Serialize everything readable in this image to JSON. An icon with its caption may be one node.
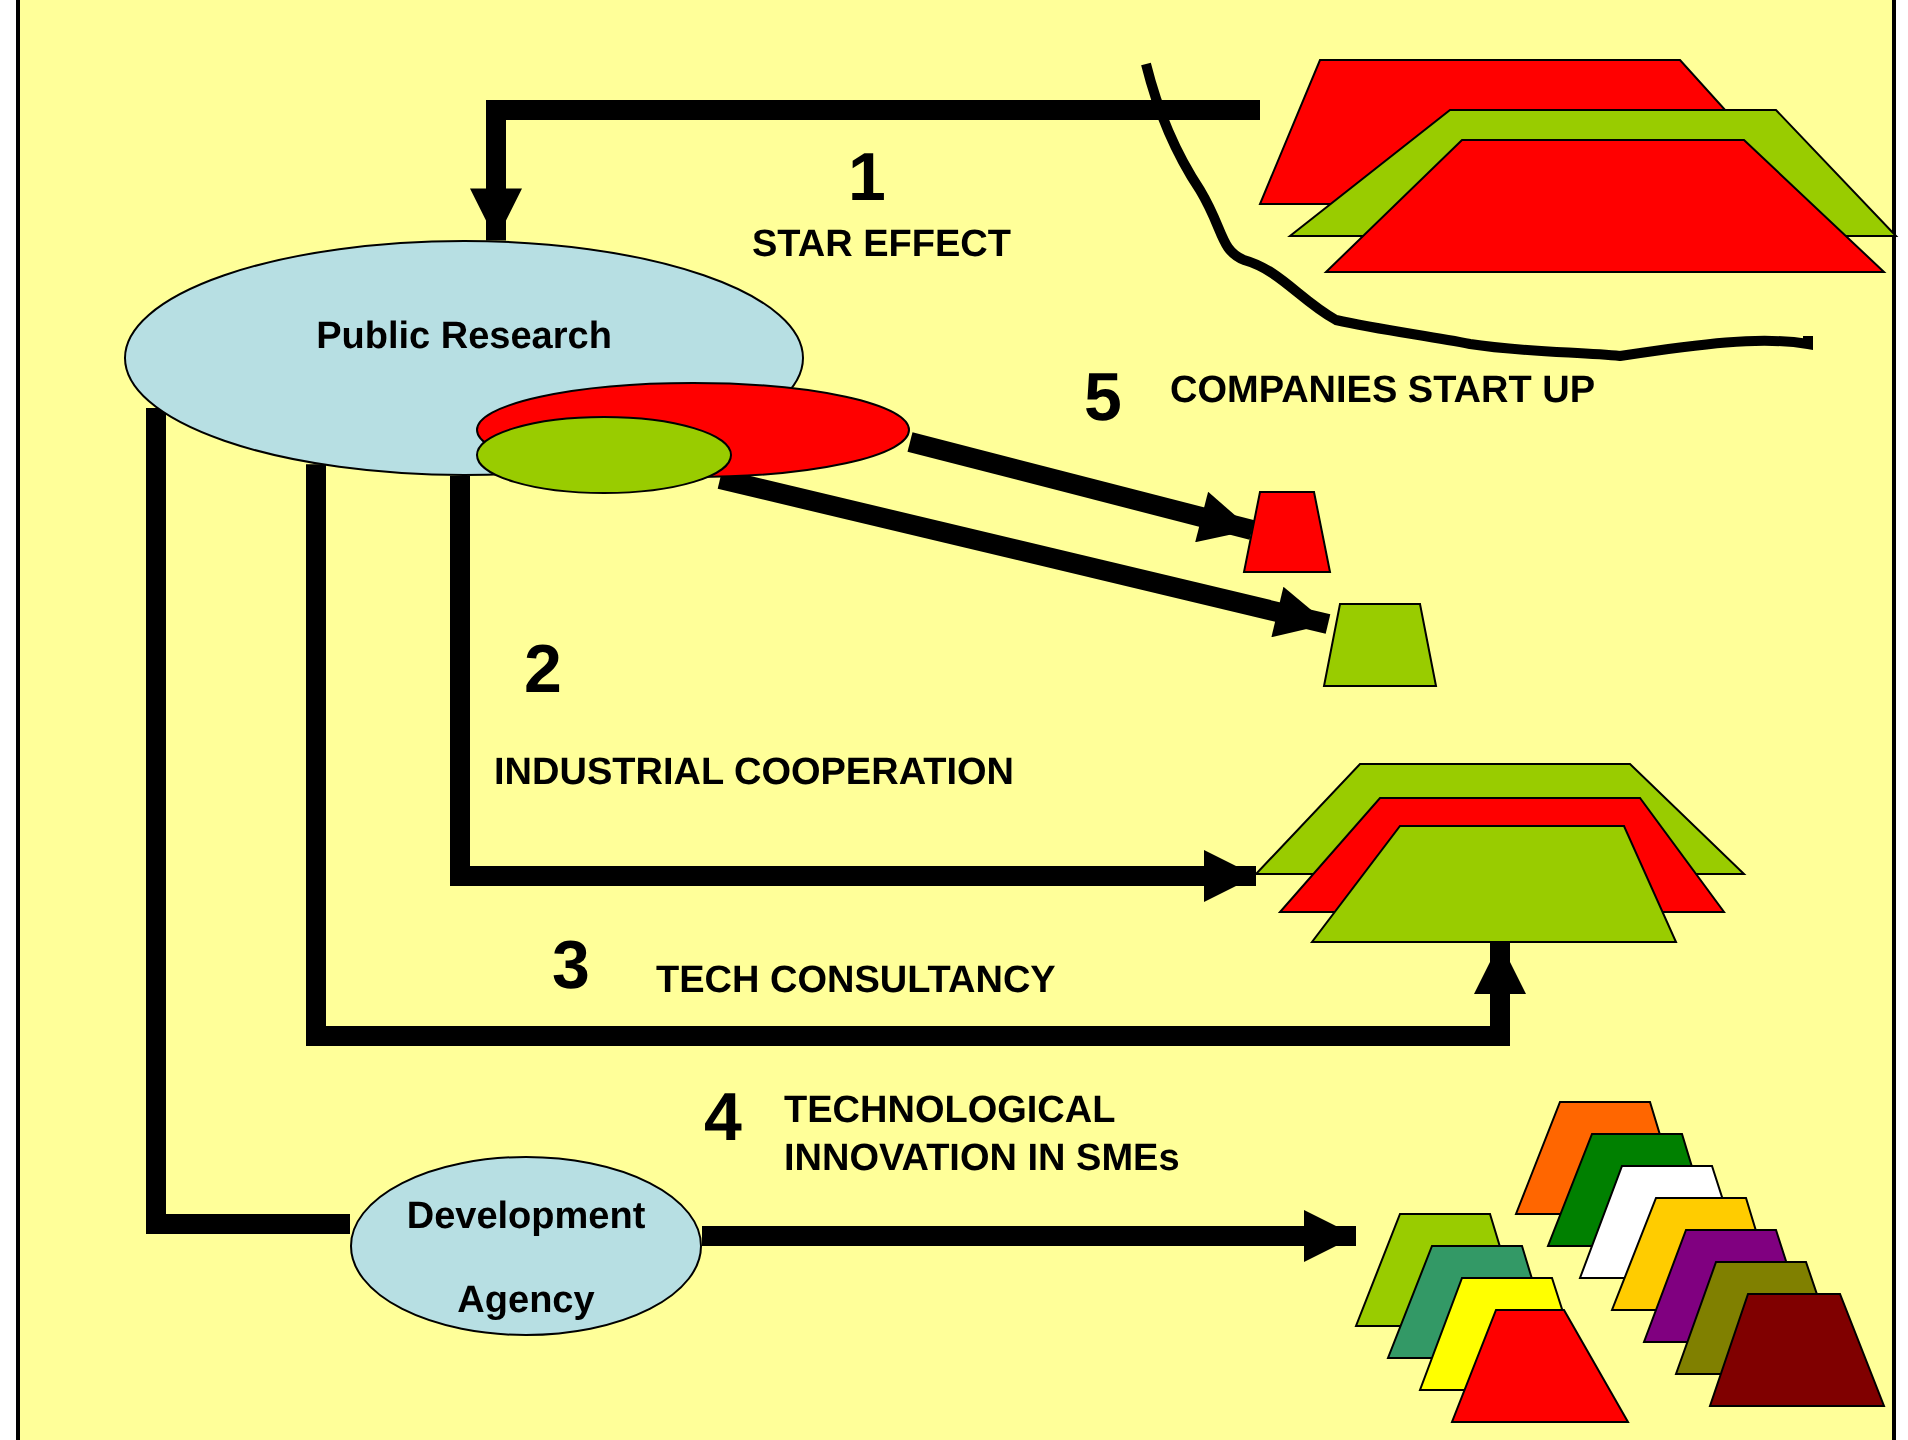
{
  "diagram": {
    "nodes": [
      {
        "text": [
          "Public Research"
        ]
      },
      {
        "text": [],
        "shape": "ellipse"
      },
      {
        "text": [],
        "shape": "ellipse"
      },
      {
        "text": [],
        "shape": "trapezoid"
      },
      {
        "text": [],
        "shape": "trapezoid"
      },
      {
        "text": [],
        "shape": "trapezoid"
      },
      {
        "text": [],
        "shape": "trapezoid"
      },
      {
        "text": [
          "Development Agency"
        ]
      },
      {
        "text": [],
        "shape": "trapezoid"
      }
    ],
    "edges": [
      {
        "from": 3,
        "to": 0,
        "arrow": "to"
      },
      {
        "from": 1,
        "to": 4,
        "arrow": "to"
      },
      {
        "from": 2,
        "to": 5,
        "arrow": "to"
      },
      {
        "from": 0,
        "to": 6,
        "arrow": "to"
      },
      {
        "from": 0,
        "to": 6,
        "arrow": "to"
      },
      {
        "from": 0,
        "to": 7,
        "arrow": "none"
      },
      {
        "from": 7,
        "to": 8,
        "arrow": "to"
      }
    ],
    "labels": [
      "1",
      "STAR EFFECT",
      "5",
      "COMPANIES START UP",
      "2",
      "INDUSTRIAL COOPERATION",
      "3",
      "TECH CONSULTANCY",
      "4",
      "TECHNOLOGICAL INNOVATION IN SMEs"
    ]
  }
}
